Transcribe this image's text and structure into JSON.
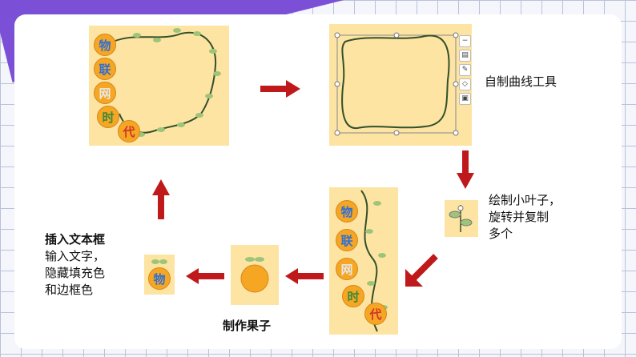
{
  "colors": {
    "arrow": "#c0191c",
    "panel_bg": "#fde4a3",
    "fruit": "#f5a623",
    "vine": "#33502a",
    "leaf": "#9ec47a",
    "accent_band": "#7b4fd6"
  },
  "steps": {
    "curve_tool": {
      "label": "自制曲线工具"
    },
    "leaves": {
      "line1": "绘制小叶子，",
      "line2": "旋转并复制",
      "line3": "多个"
    },
    "fruit": {
      "label": "制作果子"
    },
    "textbox": {
      "title": "插入文本框",
      "line1": "输入文字，",
      "line2": "隐藏填充色",
      "line3": "和边框色"
    }
  },
  "fruit_chars": [
    "物",
    "联",
    "网",
    "时",
    "代"
  ],
  "single_char": "物",
  "toolbar_icons": [
    "minus-icon",
    "layout-icon",
    "pen-icon",
    "fill-icon",
    "crop-icon"
  ]
}
